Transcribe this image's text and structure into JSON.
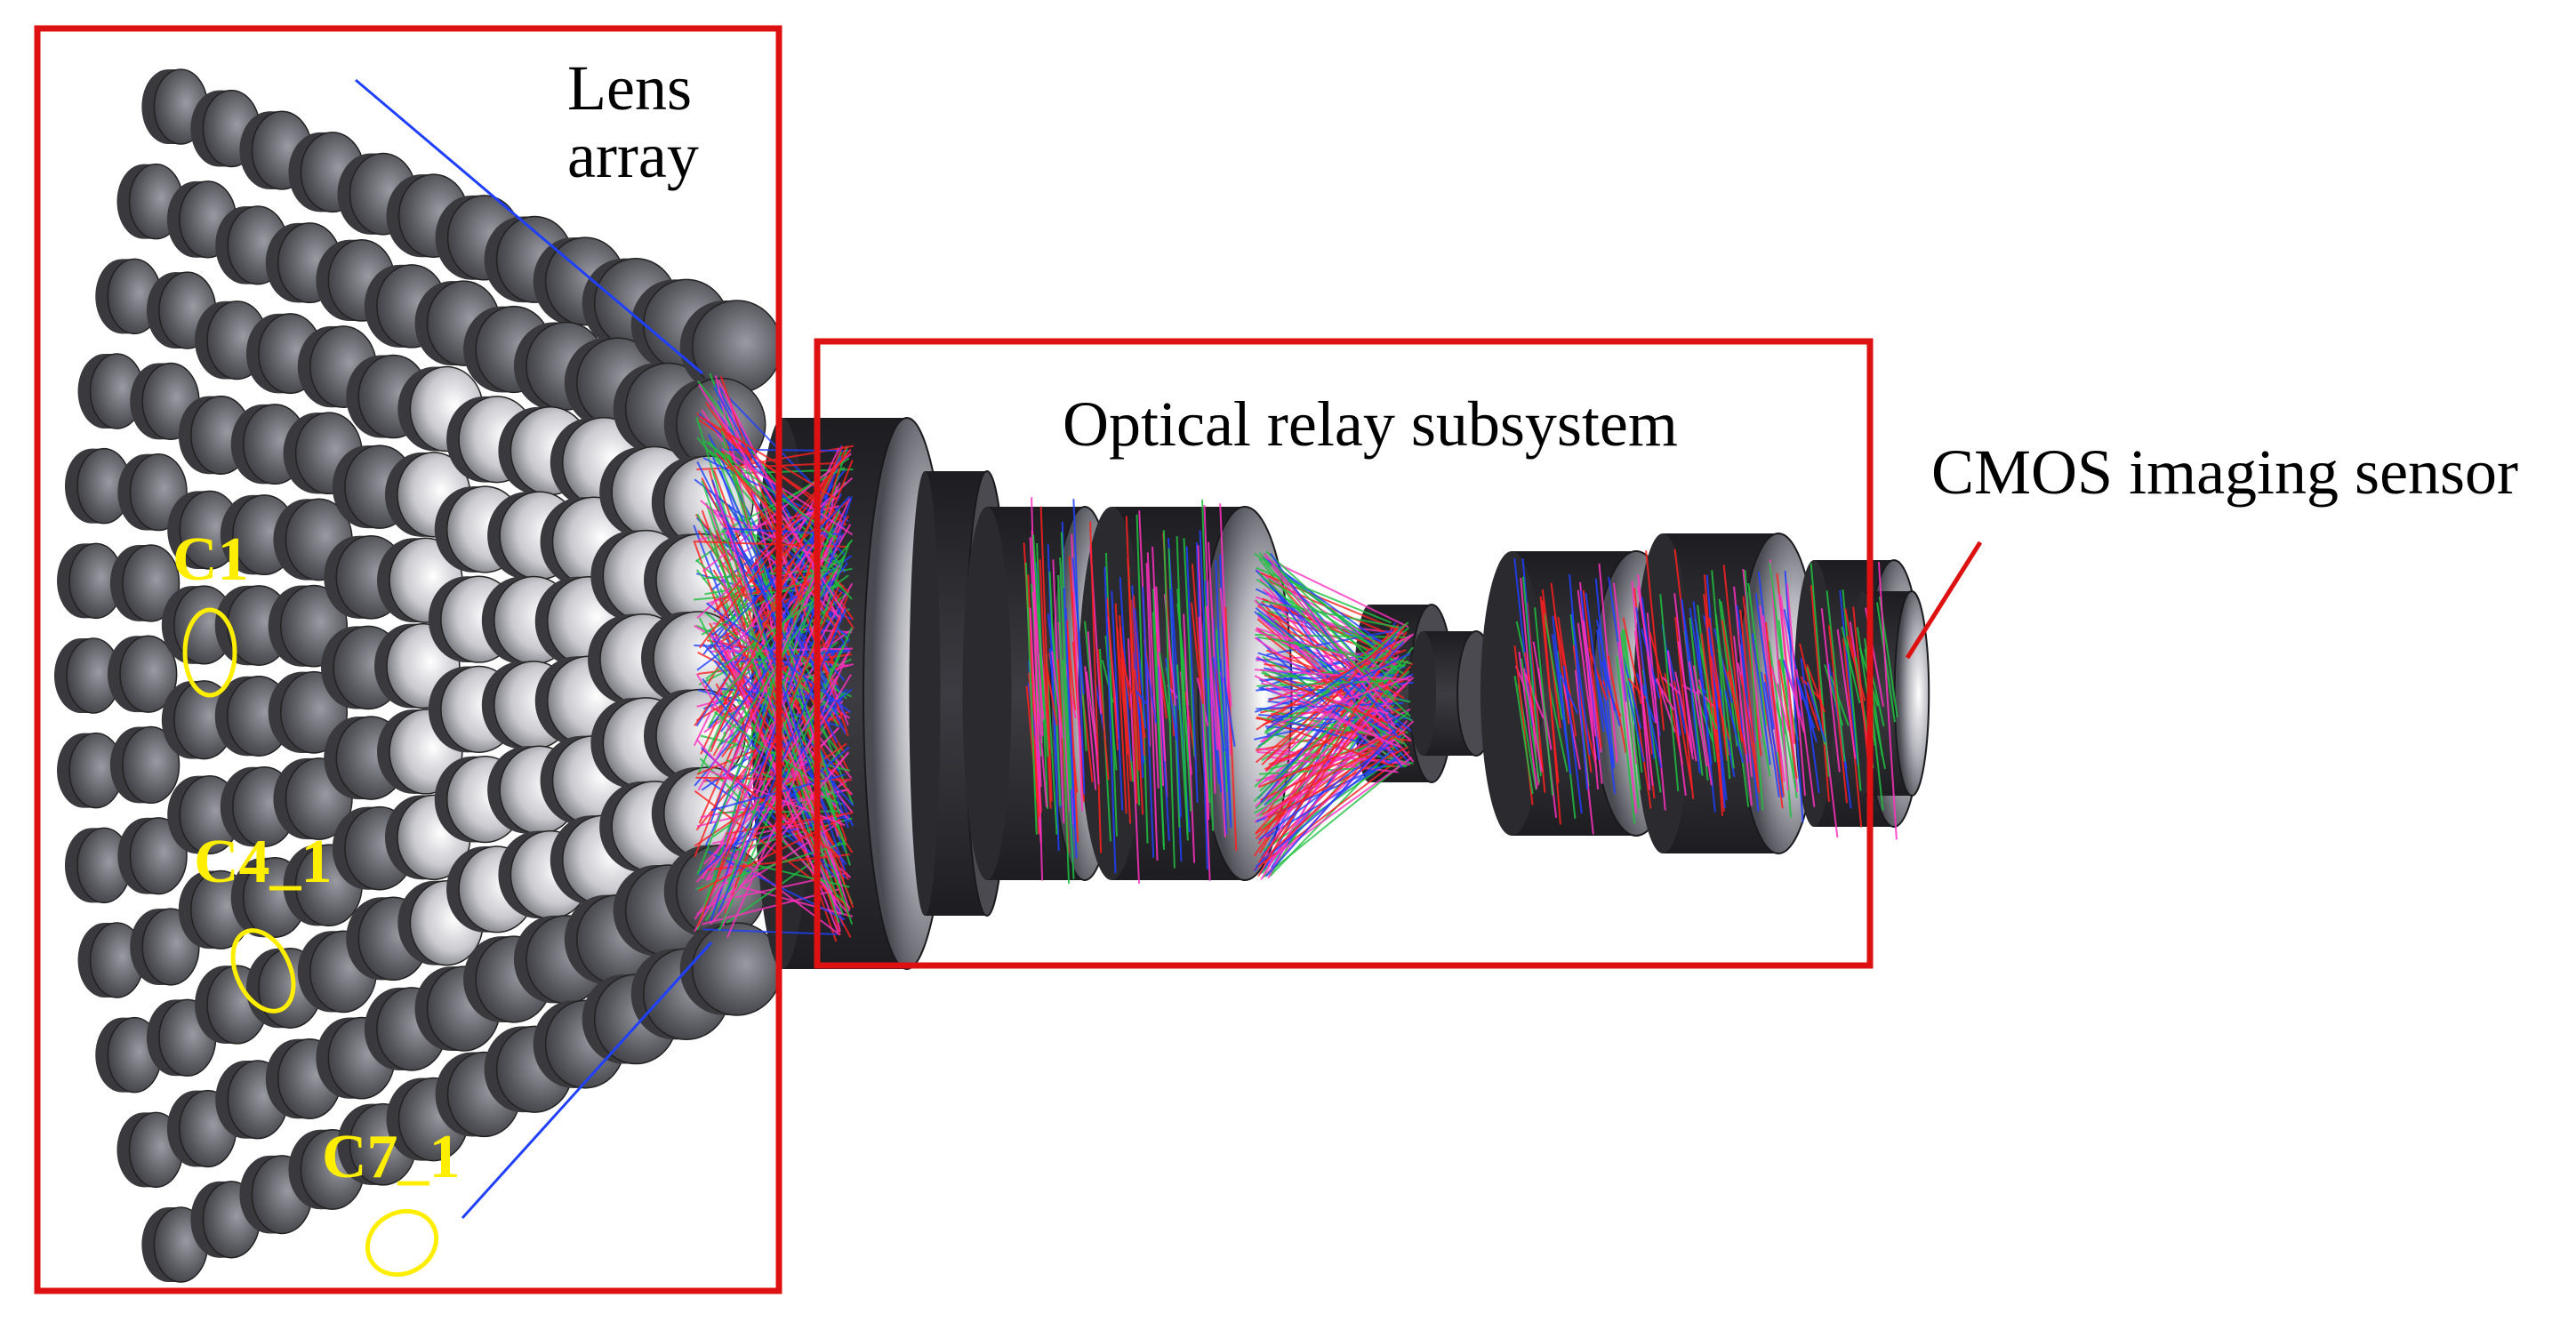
{
  "labels": {
    "lens_array_line1": "Lens",
    "lens_array_line2": "array",
    "relay": "Optical relay subsystem",
    "sensor": "CMOS imaging sensor"
  },
  "channels": [
    "C1",
    "C4_1",
    "C7_1"
  ],
  "colors": {
    "frame": "#dd1111",
    "highlight": "#ffee00",
    "lens_dark": "#3a3a3e",
    "lens_light": "#ffffff",
    "ray_red": "#ff2020",
    "ray_green": "#20c040",
    "ray_blue": "#2040ff",
    "ray_magenta": "#ff30c0"
  }
}
